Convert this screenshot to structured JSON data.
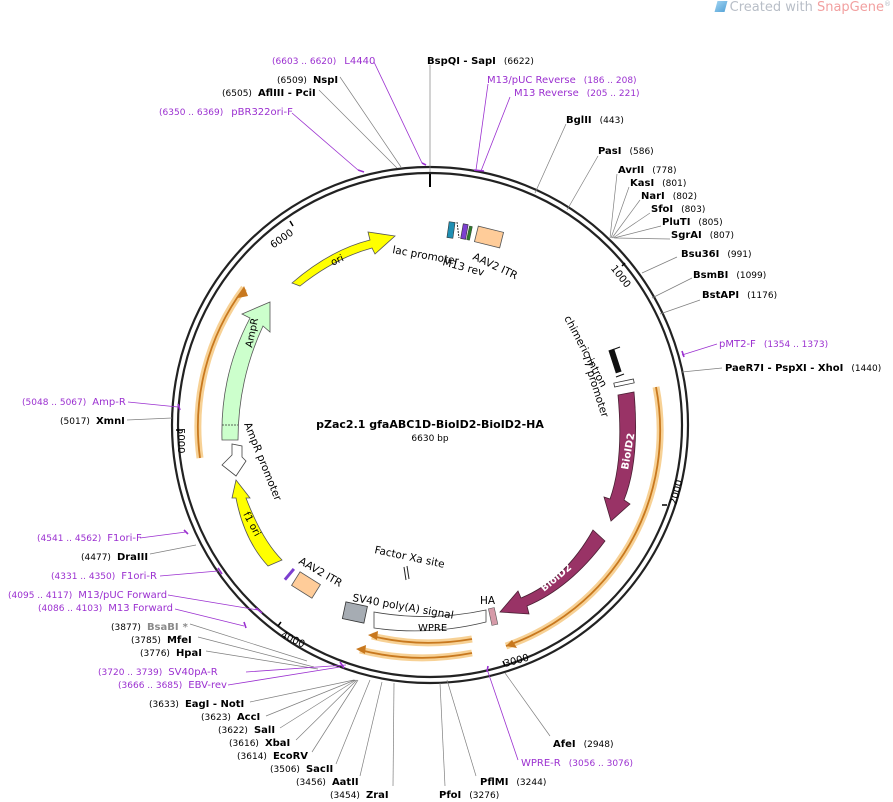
{
  "watermark": {
    "prefix": "Created with ",
    "brand": "SnapGene",
    "mark": "®"
  },
  "map": {
    "title": "pZac2.1 gfaABC1D-BioID2-BioID2-HA",
    "length_label": "6630 bp",
    "ticks": [
      "1000",
      "2000",
      "3000",
      "4000",
      "5000",
      "6000"
    ]
  },
  "features": {
    "ori": "ori",
    "lac_promoter": "lac promoter",
    "m13_rev": "M13 rev",
    "aav2_itr_top": "AAV2 ITR",
    "chimeric_intron": "chimeric intron",
    "t7_promoter": "T7 promoter",
    "bioid2_a": "BioID2",
    "bioid2_b": "BioID2",
    "ha": "HA",
    "wpre": "WPRE",
    "sv40_polya": "SV40 poly(A) signal",
    "factor_xa": "Factor Xa site",
    "aav2_itr_bottom": "AAV2 ITR",
    "f1_ori": "f1 ori",
    "ampr_promoter": "AmpR promoter",
    "ampr": "AmpR"
  },
  "sites": [
    {
      "name": "BspQI  -  SapI",
      "pos": "(6622)"
    },
    {
      "name": "BglII",
      "pos": "(443)"
    },
    {
      "name": "PasI",
      "pos": "(586)"
    },
    {
      "name": "AvrII",
      "pos": "(778)"
    },
    {
      "name": "KasI",
      "pos": "(801)"
    },
    {
      "name": "NarI",
      "pos": "(802)"
    },
    {
      "name": "SfoI",
      "pos": "(803)"
    },
    {
      "name": "PluTI",
      "pos": "(805)"
    },
    {
      "name": "SgrAI",
      "pos": "(807)"
    },
    {
      "name": "Bsu36I",
      "pos": "(991)"
    },
    {
      "name": "BsmBI",
      "pos": "(1099)"
    },
    {
      "name": "BstAPI",
      "pos": "(1176)"
    },
    {
      "name": "PaeR7I  -  PspXI  -  XhoI",
      "pos": "(1440)"
    },
    {
      "name": "AfeI",
      "pos": "(2948)"
    },
    {
      "name": "PflMI",
      "pos": "(3244)"
    },
    {
      "name": "PfoI",
      "pos": "(3276)"
    },
    {
      "name": "ZraI",
      "pos": "(3454)"
    },
    {
      "name": "AatII",
      "pos": "(3456)"
    },
    {
      "name": "SacII",
      "pos": "(3506)"
    },
    {
      "name": "EcoRV",
      "pos": "(3614)"
    },
    {
      "name": "XbaI",
      "pos": "(3616)"
    },
    {
      "name": "SalI",
      "pos": "(3622)"
    },
    {
      "name": "AccI",
      "pos": "(3623)"
    },
    {
      "name": "EagI  -  NotI",
      "pos": "(3633)"
    },
    {
      "name": "HpaI",
      "pos": "(3776)"
    },
    {
      "name": "MfeI",
      "pos": "(3785)"
    },
    {
      "name": "BsaBI",
      "pos": "(3877)",
      "mark": "*"
    },
    {
      "name": "DraIII",
      "pos": "(4477)"
    },
    {
      "name": "XmnI",
      "pos": "(5017)"
    },
    {
      "name": "AflIII  -  PciI",
      "pos": "(6505)"
    },
    {
      "name": "NspI",
      "pos": "(6509)"
    }
  ],
  "primers": [
    {
      "name": "L4440",
      "pos": "(6603 .. 6620)"
    },
    {
      "name": "M13/pUC Reverse",
      "pos": "(186 .. 208)"
    },
    {
      "name": "M13 Reverse",
      "pos": "(205 .. 221)"
    },
    {
      "name": "pBR322ori-F",
      "pos": "(6350 .. 6369)"
    },
    {
      "name": "pMT2-F",
      "pos": "(1354 .. 1373)"
    },
    {
      "name": "WPRE-R",
      "pos": "(3056 .. 3076)"
    },
    {
      "name": "EBV-rev",
      "pos": "(3666 .. 3685)"
    },
    {
      "name": "SV40pA-R",
      "pos": "(3720 .. 3739)"
    },
    {
      "name": "M13 Forward",
      "pos": "(4086 .. 4103)"
    },
    {
      "name": "M13/pUC Forward",
      "pos": "(4095 .. 4117)"
    },
    {
      "name": "F1ori-R",
      "pos": "(4331 .. 4350)"
    },
    {
      "name": "F1ori-F",
      "pos": "(4541 .. 4562)"
    },
    {
      "name": "Amp-R",
      "pos": "(5048 .. 5067)"
    }
  ],
  "colors": {
    "backbone": "#222222",
    "primer": "#9b30d0",
    "ori": "#ffff00",
    "ampr": "#ccffcc",
    "bioid2": "#993366",
    "orf_glow": "#f5c67a",
    "orf_stroke": "#c8781e",
    "itr": "#ffcc99",
    "sv40": "#a6acb3"
  }
}
